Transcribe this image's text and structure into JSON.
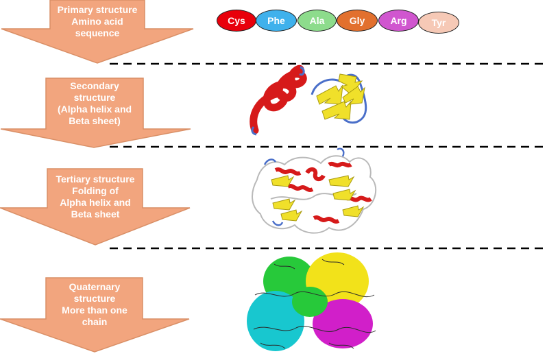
{
  "levels": [
    {
      "id": "primary",
      "lines": [
        "Primary structure",
        "Amino acid",
        "sequence"
      ]
    },
    {
      "id": "secondary",
      "lines": [
        "Secondary",
        "structure",
        "(Alpha helix and",
        "Beta sheet)"
      ]
    },
    {
      "id": "tertiary",
      "lines": [
        "Tertiary structure",
        "Folding of",
        "Alpha helix and",
        "Beta sheet"
      ]
    },
    {
      "id": "quaternary",
      "lines": [
        "Quaternary",
        "structure",
        "More than one",
        "chain"
      ]
    }
  ],
  "amino_acids": [
    {
      "label": "Cys",
      "color": "#e8000b",
      "text_color": "#ffffff"
    },
    {
      "label": "Phe",
      "color": "#3fb1ec",
      "text_color": "#ffffff"
    },
    {
      "label": "Ala",
      "color": "#8ddc8c",
      "text_color": "#ffffff"
    },
    {
      "label": "Gly",
      "color": "#e2702e",
      "text_color": "#ffffff"
    },
    {
      "label": "Arg",
      "color": "#d056cf",
      "text_color": "#ffffff"
    },
    {
      "label": "Tyr",
      "color": "#f6c9b6",
      "text_color": "#ffffff"
    }
  ],
  "colors": {
    "arrow_fill": "#f2a57e",
    "arrow_stroke": "#d98f66",
    "divider": "#000000",
    "helix": "#d61a1a",
    "sheet": "#f0e02a",
    "loop_blue": "#4a6fc9",
    "loop_grey": "#b9b9b9",
    "chain_green": "#27c93a",
    "chain_cyan": "#18c7cf",
    "chain_yellow": "#f2e21a",
    "chain_magenta": "#d11fc9"
  }
}
